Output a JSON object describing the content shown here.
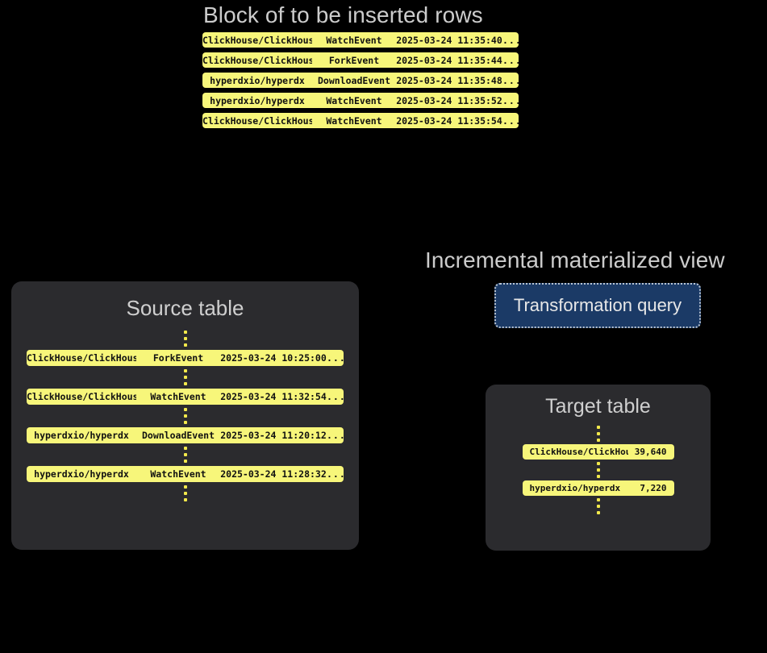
{
  "canvas": {
    "background": "#000000",
    "accent_yellow": "#f7f67a",
    "panel_gray": "#2b2b2e",
    "query_navy": "#1b3a66",
    "heading_gray": "#cccccc"
  },
  "block": {
    "heading": "Block of to be inserted rows",
    "rows": [
      {
        "repo": "ClickHouse/ClickHouse",
        "event": "WatchEvent",
        "timestamp": "2025-03-24 11:35:40",
        "more": "..."
      },
      {
        "repo": "ClickHouse/ClickHouse",
        "event": "ForkEvent",
        "timestamp": "2025-03-24 11:35:44",
        "more": "..."
      },
      {
        "repo": "hyperdxio/hyperdx",
        "event": "DownloadEvent",
        "timestamp": "2025-03-24 11:35:48",
        "more": "..."
      },
      {
        "repo": "hyperdxio/hyperdx",
        "event": "WatchEvent",
        "timestamp": "2025-03-24 11:35:52",
        "more": "..."
      },
      {
        "repo": "ClickHouse/ClickHouse",
        "event": "WatchEvent",
        "timestamp": "2025-03-24 11:35:54",
        "more": "..."
      }
    ]
  },
  "source_table": {
    "title": "Source table",
    "rows": [
      {
        "repo": "ClickHouse/ClickHouse",
        "event": "ForkEvent",
        "timestamp": "2025-03-24 10:25:00",
        "more": "..."
      },
      {
        "repo": "ClickHouse/ClickHouse",
        "event": "WatchEvent",
        "timestamp": "2025-03-24 11:32:54",
        "more": "..."
      },
      {
        "repo": "hyperdxio/hyperdx",
        "event": "DownloadEvent",
        "timestamp": "2025-03-24 11:20:12",
        "more": "..."
      },
      {
        "repo": "hyperdxio/hyperdx",
        "event": "WatchEvent",
        "timestamp": "2025-03-24 11:28:32",
        "more": "..."
      }
    ]
  },
  "materialized_view": {
    "heading": "Incremental materialized view",
    "query_label": "Transformation query"
  },
  "target_table": {
    "title": "Target table",
    "rows": [
      {
        "repo": "ClickHouse/ClickHouse",
        "count": "39,640"
      },
      {
        "repo": "hyperdxio/hyperdx",
        "count": "7,220"
      }
    ]
  },
  "icons": {
    "vertical-ellipsis": "⋮"
  }
}
